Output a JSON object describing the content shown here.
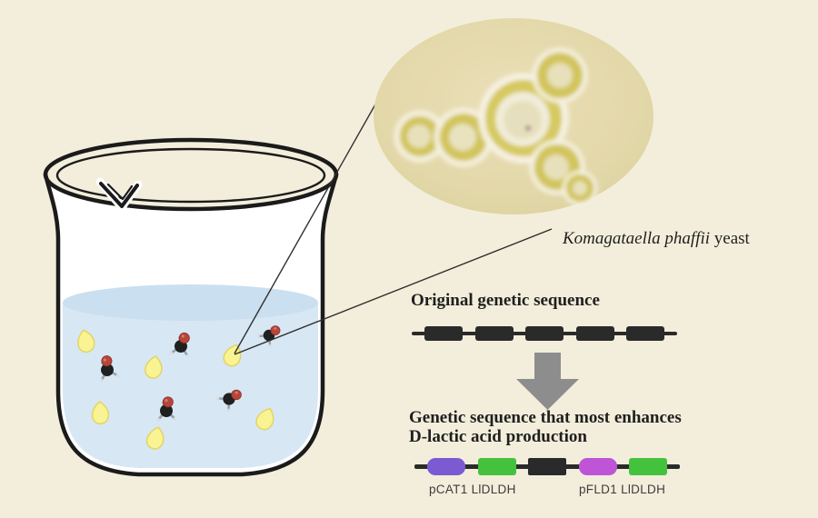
{
  "colors": {
    "background": "#f3eedb",
    "beaker_outline": "#1b1b1b",
    "liquid": "#d7e7f4",
    "liquid_surface": "#cadfef",
    "yeast_cell_fill": "#f9f394",
    "yeast_cell_stroke": "#e3d563",
    "inset_background": "#e3d8a9",
    "inset_cell_ring": "#d2c55c",
    "sequence_black": "#2a2a2a",
    "arrow_gray": "#8d8d8d",
    "promoter_pCAT1": "#7b5ad2",
    "promoter_pFLD1": "#bd55d6",
    "gene_green": "#45c23d"
  },
  "inset": {
    "species": "Komagataella phaffii",
    "suffix": " yeast"
  },
  "original_sequence": {
    "title": "Original genetic sequence",
    "segments": [
      {
        "type": "gene",
        "color": "#2a2a2a"
      },
      {
        "type": "gene",
        "color": "#2a2a2a"
      },
      {
        "type": "gene",
        "color": "#2a2a2a"
      },
      {
        "type": "gene",
        "color": "#2a2a2a"
      },
      {
        "type": "gene",
        "color": "#2a2a2a"
      }
    ]
  },
  "modified_sequence": {
    "title_line1": "Genetic sequence that most enhances",
    "title_line2": "D-lactic acid production",
    "segments": [
      {
        "type": "promoter",
        "color": "#7b5ad2",
        "name": "pCAT1"
      },
      {
        "type": "gene",
        "color": "#45c23d",
        "name": "LlDLDH"
      },
      {
        "type": "spacer",
        "color": "#2a2a2a",
        "name": ""
      },
      {
        "type": "promoter",
        "color": "#bd55d6",
        "name": "pFLD1"
      },
      {
        "type": "gene",
        "color": "#45c23d",
        "name": "LlDLDH"
      }
    ],
    "labels": [
      "pCAT1  LlDLDH",
      "pFLD1  LlDLDH"
    ]
  }
}
